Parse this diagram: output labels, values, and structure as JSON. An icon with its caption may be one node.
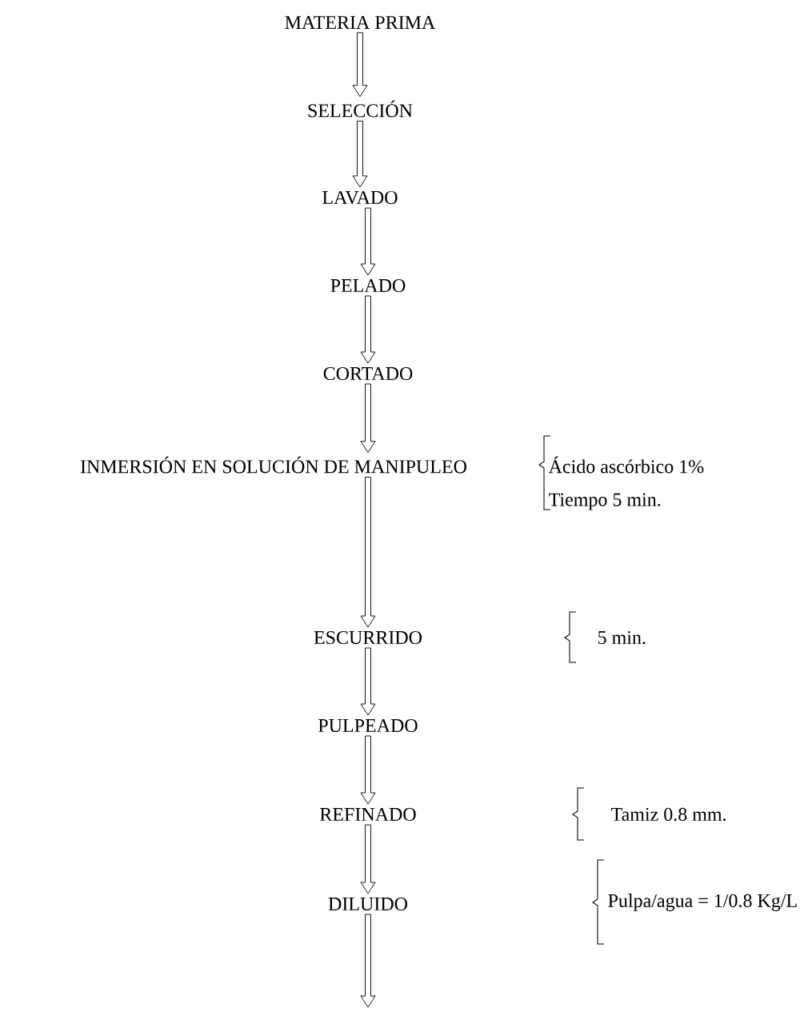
{
  "diagram": {
    "nodes": [
      {
        "text": [
          "MATERIA PRIMA"
        ]
      },
      {
        "text": [
          "SELECCIÓN"
        ]
      },
      {
        "text": [
          "LAVADO"
        ]
      },
      {
        "text": [
          "PELADO"
        ]
      },
      {
        "text": [
          "CORTADO"
        ]
      },
      {
        "text": [
          "INMERSIÓN EN SOLUCIÓN DE MANIPULEO"
        ],
        "beside": [
          "Ácido ascórbico 1%",
          "Tiempo 5 min."
        ]
      },
      {
        "text": [
          "ESCURRIDO"
        ]
      },
      {
        "text": [
          "PULPEADO"
        ]
      },
      {
        "text": [
          "REFINADO"
        ]
      },
      {
        "text": [
          "DILUIDO"
        ]
      }
    ],
    "labels": [
      "5 min.",
      "Tamiz 0.8 mm.",
      "Pulpa/agua = 1/0.8 Kg/L"
    ],
    "edges": [
      {
        "from": 0,
        "to": 1,
        "arrow": "to"
      },
      {
        "from": 1,
        "to": 2,
        "arrow": "to"
      },
      {
        "from": 2,
        "to": 3,
        "arrow": "to"
      },
      {
        "from": 3,
        "to": 4,
        "arrow": "to"
      },
      {
        "from": 4,
        "to": 5,
        "arrow": "to"
      },
      {
        "from": 5,
        "to": 6,
        "arrow": "to"
      },
      {
        "from": 6,
        "to": 7,
        "arrow": "to"
      },
      {
        "from": 7,
        "to": 8,
        "arrow": "to"
      },
      {
        "from": 8,
        "to": 9,
        "arrow": "to"
      },
      {
        "from": 9,
        "to": null,
        "arrow": "to"
      }
    ]
  }
}
